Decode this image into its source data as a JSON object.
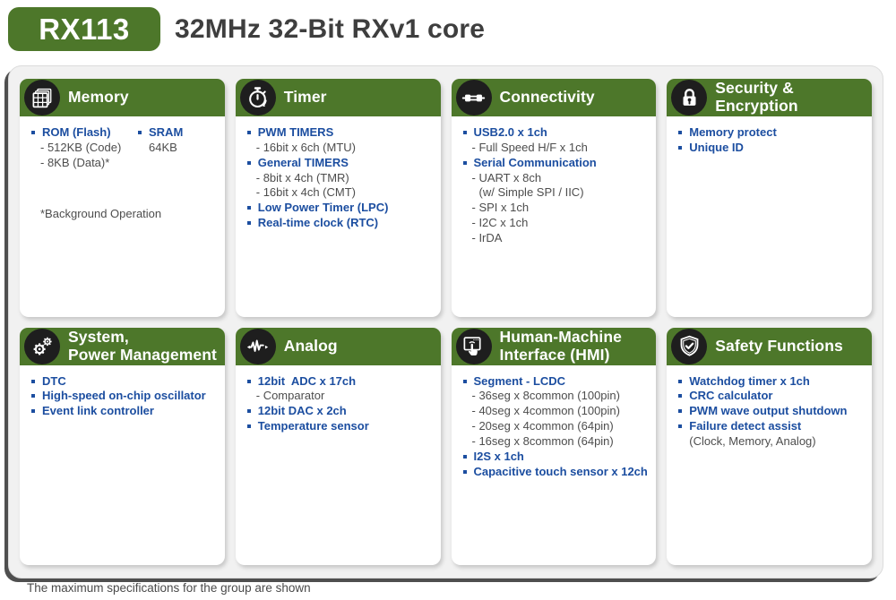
{
  "header": {
    "chip_badge": "RX113",
    "title": "32MHz 32-Bit RXv1 core"
  },
  "footer": {
    "note": "The maximum specifications for the group are shown"
  },
  "colors": {
    "brand_green": "#4d772a",
    "feature_blue": "#1c4ea0",
    "panel_gray": "#f1f1f1",
    "panel_shadow": "#4f4f4f",
    "icon_dark": "#1e1e1e"
  },
  "panel": {
    "cards": [
      {
        "id": "memory",
        "icon": "memory-grid-icon",
        "title": "Memory",
        "columns": [
          [
            {
              "style": "feature",
              "text": "ROM (Flash)"
            },
            {
              "style": "detail",
              "text": "- 512KB (Code)"
            },
            {
              "style": "detail",
              "text": "- 8KB (Data)*"
            }
          ],
          [
            {
              "style": "feature",
              "text": "SRAM"
            },
            {
              "style": "plain",
              "text": "64KB"
            }
          ]
        ],
        "note": "*Background Operation"
      },
      {
        "id": "timer",
        "icon": "stopwatch-icon",
        "title": "Timer",
        "columns": [
          [
            {
              "style": "feature",
              "text": "PWM TIMERS"
            },
            {
              "style": "detail",
              "text": "- 16bit x 6ch (MTU)"
            },
            {
              "style": "feature",
              "text": "General TIMERS"
            },
            {
              "style": "detail",
              "text": "- 8bit x 4ch (TMR)"
            },
            {
              "style": "detail",
              "text": "- 16bit x 4ch (CMT)"
            },
            {
              "style": "feature",
              "text": "Low Power Timer (LPC)"
            },
            {
              "style": "feature",
              "text": "Real-time clock (RTC)"
            }
          ]
        ]
      },
      {
        "id": "connectivity",
        "icon": "plug-icon",
        "title": "Connectivity",
        "columns": [
          [
            {
              "style": "feature",
              "text": "USB2.0 x 1ch"
            },
            {
              "style": "detail",
              "text": "- Full Speed H/F x 1ch"
            },
            {
              "style": "feature",
              "text": "Serial Communication"
            },
            {
              "style": "detail",
              "text": "- UART x 8ch"
            },
            {
              "style": "detail2",
              "text": "(w/ Simple SPI / IIC)"
            },
            {
              "style": "detail",
              "text": "- SPI x 1ch"
            },
            {
              "style": "detail",
              "text": "- I2C x 1ch"
            },
            {
              "style": "detail",
              "text": "- IrDA"
            }
          ]
        ]
      },
      {
        "id": "security",
        "icon": "lock-icon",
        "title": "Security &\nEncryption",
        "columns": [
          [
            {
              "style": "feature",
              "text": "Memory protect"
            },
            {
              "style": "feature",
              "text": "Unique ID"
            }
          ]
        ]
      },
      {
        "id": "system-power",
        "icon": "gears-icon",
        "title": "System,\nPower Management",
        "columns": [
          [
            {
              "style": "feature",
              "text": "DTC"
            },
            {
              "style": "feature",
              "text": "High-speed on-chip oscillator"
            },
            {
              "style": "feature",
              "text": "Event link controller"
            }
          ]
        ]
      },
      {
        "id": "analog",
        "icon": "waveform-icon",
        "title": "Analog",
        "columns": [
          [
            {
              "style": "feature",
              "text": "12bit  ADC x 17ch"
            },
            {
              "style": "detail",
              "text": "- Comparator"
            },
            {
              "style": "feature",
              "text": "12bit DAC x 2ch"
            },
            {
              "style": "feature",
              "text": "Temperature sensor"
            }
          ]
        ]
      },
      {
        "id": "hmi",
        "icon": "touch-screen-icon",
        "title": "Human-Machine\nInterface (HMI)",
        "columns": [
          [
            {
              "style": "feature",
              "text": "Segment - LCDC"
            },
            {
              "style": "detail",
              "text": "- 36seg x 8common (100pin)"
            },
            {
              "style": "detail",
              "text": "- 40seg x 4common (100pin)"
            },
            {
              "style": "detail",
              "text": "- 20seg x 4common (64pin)"
            },
            {
              "style": "detail",
              "text": "- 16seg x 8common (64pin)"
            },
            {
              "style": "feature",
              "text": "I2S x 1ch"
            },
            {
              "style": "feature",
              "text": "Capacitive touch sensor x 12ch"
            }
          ]
        ]
      },
      {
        "id": "safety",
        "icon": "shield-check-icon",
        "title": "Safety Functions",
        "columns": [
          [
            {
              "style": "feature",
              "text": "Watchdog timer x 1ch"
            },
            {
              "style": "feature",
              "text": "CRC calculator"
            },
            {
              "style": "feature",
              "text": "PWM wave output shutdown"
            },
            {
              "style": "feature",
              "text": "Failure detect assist"
            },
            {
              "style": "plain",
              "text": "(Clock, Memory, Analog)"
            }
          ]
        ]
      }
    ]
  }
}
